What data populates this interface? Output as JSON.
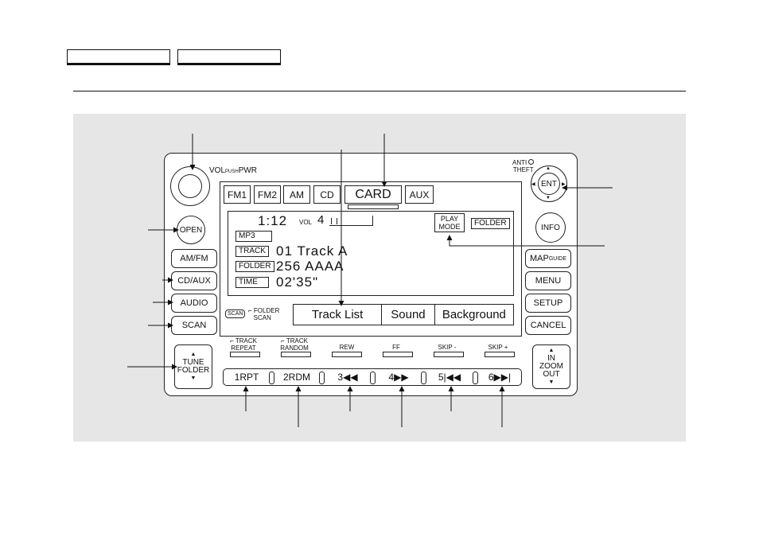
{
  "header": {
    "box1": "",
    "box2": ""
  },
  "radio": {
    "vol_label_pre": "VOL",
    "vol_label_push": "PUSH",
    "vol_label_post": "PWR",
    "anti_theft_line1": "ANTI",
    "anti_theft_line2": "THEFT",
    "open": "OPEN",
    "ent": "ENT",
    "info": "INFO",
    "left_buttons": [
      "AM/FM",
      "CD/AUX",
      "AUDIO",
      "SCAN"
    ],
    "tune_line1": "TUNE",
    "tune_line2": "FOLDER",
    "right_buttons": {
      "map": "MAP",
      "map_small": "GUIDE",
      "menu": "MENU",
      "setup": "SETUP",
      "cancel": "CANCEL"
    },
    "zoom_line1": "IN",
    "zoom_line2": "ZOOM",
    "zoom_line3": "OUT",
    "tabs": [
      "FM1",
      "FM2",
      "AM",
      "CD",
      "CARD",
      "AUX"
    ],
    "lcd": {
      "time": "1:12",
      "vol_label": "VOL",
      "vol_value": "4",
      "play_mode_line1": "PLAY",
      "play_mode_line2": "MODE",
      "folder_btn": "FOLDER",
      "mp3": "MP3",
      "track_label": "TRACK",
      "track_value": "01  Track A",
      "folder_label": "FOLDER",
      "folder_value": "256 AAAA",
      "time_label": "TIME",
      "time_value": "02'35\""
    },
    "scan_label": "SCAN",
    "folder_scan_line1": "FOLDER",
    "folder_scan_line2": "SCAN",
    "softkeys": [
      "Track  List",
      "Sound",
      "Background"
    ],
    "functions": [
      {
        "l1": "TRACK",
        "l2": "REPEAT"
      },
      {
        "l1": "TRACK",
        "l2": "RANDOM"
      },
      {
        "l1": "REW",
        "l2": ""
      },
      {
        "l1": "FF",
        "l2": ""
      },
      {
        "l1": "SKIP -",
        "l2": ""
      },
      {
        "l1": "SKIP +",
        "l2": ""
      }
    ],
    "presets": [
      "1RPT",
      "2RDM",
      "3◀◀",
      "4▶▶",
      "5|◀◀",
      "6▶▶|"
    ]
  }
}
